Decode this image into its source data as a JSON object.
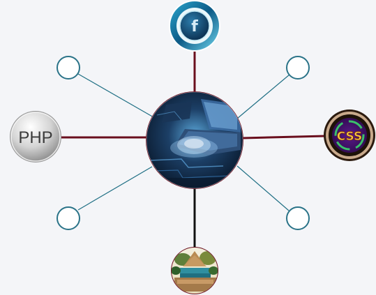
{
  "diagram": {
    "center": {
      "image": "laptop-technology-illustration"
    },
    "nodes": {
      "top": {
        "icon": "facebook-icon",
        "text": "f"
      },
      "left": {
        "icon": "php-logo-icon",
        "text": "PHP"
      },
      "right": {
        "icon": "css-logo-icon",
        "text": "CSS"
      },
      "bottom": {
        "icon": "landscape-boat-illustration"
      }
    },
    "empty_nodes": [
      "top-left",
      "top-right",
      "bottom-left",
      "bottom-right"
    ]
  },
  "colors": {
    "background": "#f4f5f8",
    "maroon_line": "#6a0f1e",
    "teal_line": "#1f6f84",
    "empty_circle_stroke": "#2a7388",
    "black_line": "#111111"
  }
}
